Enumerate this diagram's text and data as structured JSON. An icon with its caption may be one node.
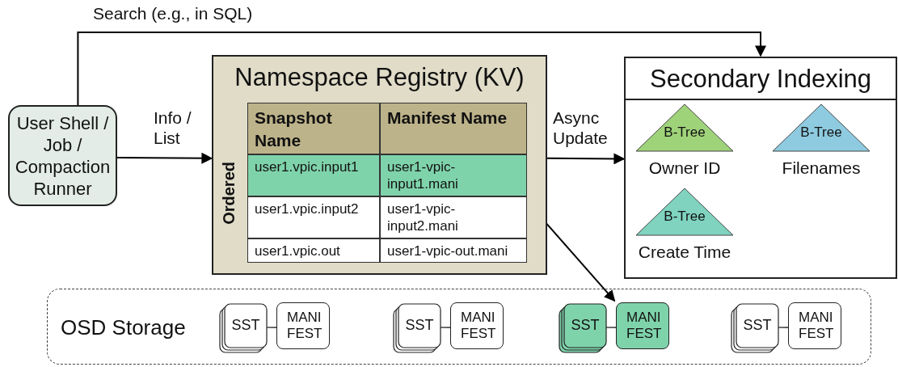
{
  "diagram": {
    "nodes": [
      {
        "text": [
          "User Shell / Job / Compaction Runner"
        ]
      },
      {
        "text": [
          "Namespace Registry (KV)"
        ]
      },
      {
        "text": [
          "Snapshot Name"
        ],
        "in": 1
      },
      {
        "text": [
          "Manifest Name"
        ],
        "in": 1
      },
      {
        "text": [
          "user1.vpic.input1"
        ],
        "in": 1
      },
      {
        "text": [
          "user1-vpic-input1.mani"
        ],
        "in": 1
      },
      {
        "text": [
          "user1.vpic.input2"
        ],
        "in": 1
      },
      {
        "text": [
          "user1-vpic-input2.mani"
        ],
        "in": 1
      },
      {
        "text": [
          "user1.vpic.out"
        ],
        "in": 1
      },
      {
        "text": [
          "user1-vpic-out.mani"
        ],
        "in": 1
      },
      {
        "text": [
          "Secondary Indexing"
        ]
      },
      {
        "text": [
          "B-Tree"
        ],
        "beside": [
          "Owner ID"
        ],
        "in": 10
      },
      {
        "text": [
          "B-Tree"
        ],
        "beside": [
          "Filenames"
        ],
        "in": 10
      },
      {
        "text": [
          "B-Tree"
        ],
        "beside": [
          "Create Time"
        ],
        "in": 10
      },
      {
        "text": [
          "OSD Storage"
        ]
      },
      {
        "text": [
          "SST"
        ],
        "in": 14
      },
      {
        "text": [
          "MANI FEST"
        ],
        "in": 14
      },
      {
        "text": [
          "SST"
        ],
        "in": 14
      },
      {
        "text": [
          "MANI FEST"
        ],
        "in": 14
      },
      {
        "text": [
          "SST"
        ],
        "in": 14
      },
      {
        "text": [
          "MANI FEST"
        ],
        "in": 14
      },
      {
        "text": [
          "SST"
        ],
        "in": 14
      },
      {
        "text": [
          "MANI FEST"
        ],
        "in": 14
      }
    ],
    "edges": [
      {
        "from": 0,
        "to": 10,
        "arrow": "to",
        "label": "Search (e.g., in SQL)"
      },
      {
        "from": 0,
        "to": 1,
        "arrow": "to",
        "label": "Info / List"
      },
      {
        "from": 1,
        "to": 10,
        "arrow": "to",
        "label": "Async Update"
      },
      {
        "from": 5,
        "to": 20,
        "arrow": "to"
      },
      {
        "from": 15,
        "to": 16,
        "arrow": "none"
      },
      {
        "from": 17,
        "to": 18,
        "arrow": "none"
      },
      {
        "from": 19,
        "to": 20,
        "arrow": "none"
      },
      {
        "from": 21,
        "to": 22,
        "arrow": "none"
      }
    ],
    "labels": [
      "Ordered"
    ]
  }
}
